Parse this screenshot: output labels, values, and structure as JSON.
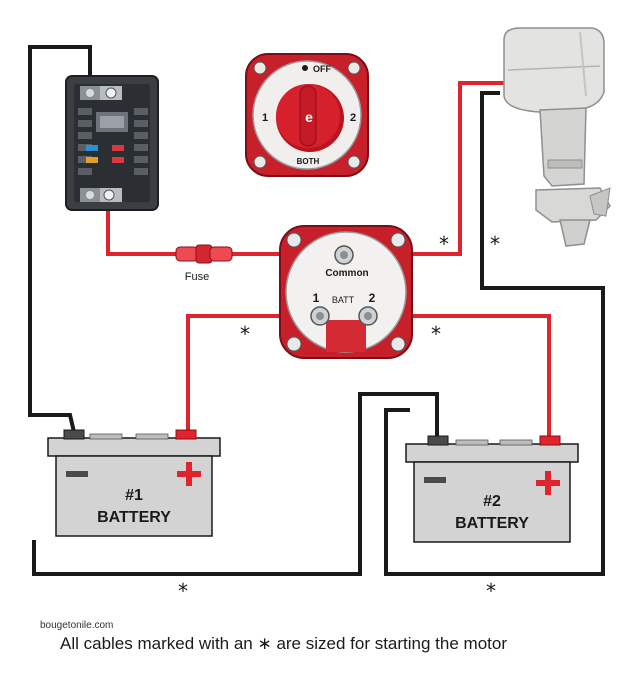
{
  "labels": {
    "fuse": "Fuse",
    "common": "Common",
    "batt": "BATT",
    "batt_pos1": "1",
    "batt_pos2": "2",
    "selector_off": "OFF",
    "selector_1": "1",
    "selector_2": "2",
    "selector_both": "BOTH",
    "selector_center": "e",
    "battery1_num": "#1",
    "battery1_name": "BATTERY",
    "battery2_num": "#2",
    "battery2_name": "BATTERY",
    "plus": "+",
    "minus": "—",
    "asterisk": "*"
  },
  "footer": {
    "watermark": "bougetonile.com",
    "caption": "All cables marked with an ∗ are sized for starting the motor"
  },
  "colors": {
    "red_cable": "#e0242e",
    "black_cable": "#1a1a1a",
    "battery_body": "#d3d3d3",
    "switch_red": "#c8202b"
  }
}
